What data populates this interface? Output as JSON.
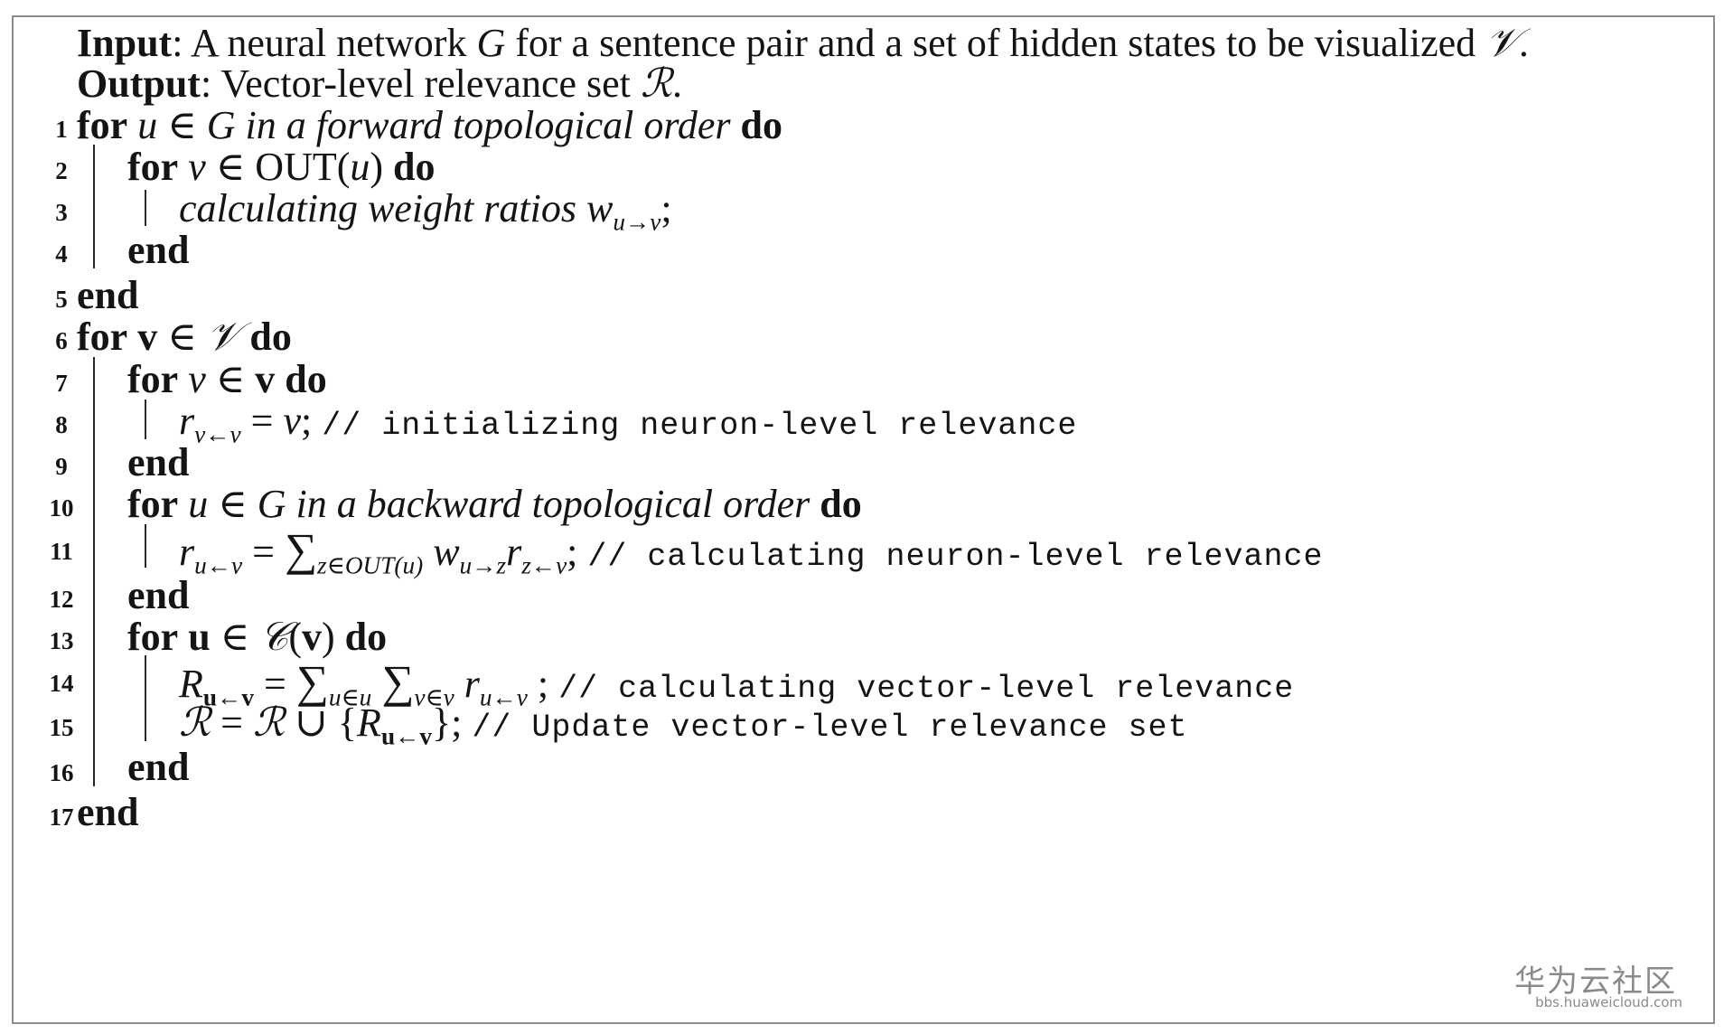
{
  "header": {
    "input_label": "Input",
    "input_text_a": ": A neural network",
    "input_G": "G",
    "input_text_b": "for a sentence pair and a set of hidden states to be visualized",
    "input_V": "𝒱",
    "input_end": ".",
    "output_label": "Output",
    "output_text": ": Vector-level relevance set",
    "output_R": "ℛ",
    "output_end": "."
  },
  "line_numbers": [
    "1",
    "2",
    "3",
    "4",
    "5",
    "6",
    "7",
    "8",
    "9",
    "10",
    "11",
    "12",
    "13",
    "14",
    "15",
    "16",
    "17"
  ],
  "keywords": {
    "for": "for",
    "do": "do",
    "end": "end"
  },
  "lines": {
    "l1": {
      "expr": "u ∈ G",
      "italic": "in a forward topological order"
    },
    "l2": {
      "v": "v",
      "in": " ∈ ",
      "out": "OUT(",
      "u": "u",
      "close": ")"
    },
    "l3": {
      "text": "calculating weight ratios",
      "w": "w",
      "sub": "u→v",
      "semi": ";"
    },
    "l6": {
      "v": "v",
      "in": " ∈ ",
      "V": "𝒱"
    },
    "l7": {
      "v": "v",
      "in": " ∈ ",
      "bv": "v"
    },
    "l8": {
      "r": "r",
      "sub": "v←v",
      "eq": " = ",
      "v": "v",
      "semi": ";",
      "comment": "// initializing neuron-level relevance"
    },
    "l10": {
      "expr": "u ∈ G",
      "italic": "in a backward topological order"
    },
    "l11": {
      "r": "r",
      "sub": "u←v",
      "eq": " = ",
      "sum": "∑",
      "sumsub": "z∈OUT(u)",
      "w": "w",
      "wsub": "u→z",
      "r2": "r",
      "r2sub": "z←v",
      "semi": ";",
      "comment": "// calculating neuron-level relevance"
    },
    "l13": {
      "u": "u",
      "in": " ∈ ",
      "C": "𝒞",
      "open": "(",
      "v": "v",
      "close": ")"
    },
    "l14": {
      "R": "R",
      "Rsub": "u←v",
      "eq": " = ",
      "sum1": "∑",
      "sum1sub": "u∈u",
      "sum2": "∑",
      "sum2sub": "v∈v",
      "r": "r",
      "rsub": "u←v",
      "semi": " ;",
      "comment": "// calculating vector-level relevance"
    },
    "l15": {
      "lhs": "ℛ",
      "eq": " = ",
      "rhs": "ℛ",
      "union": " ∪ {",
      "R": "R",
      "Rsub": "u←v",
      "close": "};",
      "comment": "// Update vector-level relevance set"
    }
  },
  "watermark": {
    "site_cn": "华为云社区",
    "url": "bbs.huaweicloud.com"
  }
}
